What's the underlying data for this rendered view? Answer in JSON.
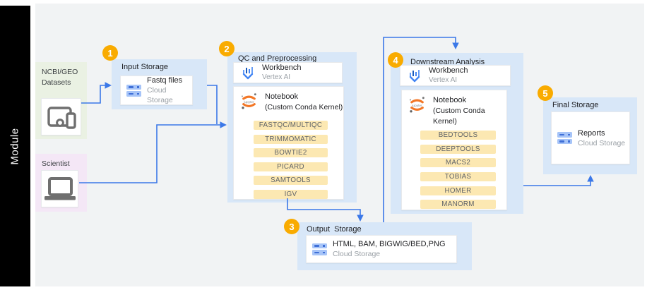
{
  "module": {
    "label": "Module"
  },
  "sources": {
    "ncbi": {
      "label": "NCBI/GEO Datasets",
      "icon": "devices-icon"
    },
    "scientist": {
      "label": "Scientist",
      "icon": "laptop-icon"
    }
  },
  "steps": {
    "input_storage": {
      "number": "1",
      "title": "Input Storage",
      "item": {
        "title": "Fastq files",
        "subtitle": "Cloud Storage",
        "icon": "cloud-storage-icon"
      }
    },
    "qc": {
      "number": "2",
      "title": "QC and Preprocessing",
      "workbench": {
        "title": "Workbench",
        "subtitle": "Vertex AI",
        "icon": "vertex-ai-workbench-icon"
      },
      "notebook": {
        "title": "Notebook",
        "subtitle": "(Custom Conda Kernel)",
        "icon": "jupyter-icon",
        "logo_text": "jupyter",
        "tools": [
          "FASTQC/MULTIQC",
          "TRIMMOMATIC",
          "BOWTIE2",
          "PICARD",
          "SAMTOOLS",
          "IGV"
        ]
      }
    },
    "output_storage": {
      "number": "3",
      "title": "Output  Storage",
      "item": {
        "title": "HTML, BAM, BIGWIG/BED,PNG",
        "subtitle": "Cloud Storage",
        "icon": "cloud-storage-icon"
      }
    },
    "downstream": {
      "number": "4",
      "title": "Downstream Analysis",
      "workbench": {
        "title": "Workbench",
        "subtitle": "Vertex AI",
        "icon": "vertex-ai-workbench-icon"
      },
      "notebook": {
        "title": "Notebook",
        "subtitle": "(Custom Conda Kernel)",
        "icon": "jupyter-icon",
        "logo_text": "jupyter",
        "tools": [
          "BEDTOOLS",
          "DEEPTOOLS",
          "MACS2",
          "TOBIAS",
          "HOMER",
          "MANORM"
        ]
      }
    },
    "final_storage": {
      "number": "5",
      "title": "Final Storage",
      "item": {
        "title": "Reports",
        "subtitle": "Cloud Storage",
        "icon": "cloud-storage-icon"
      }
    }
  },
  "colors": {
    "arrow_blue": "#3b78e8",
    "badge_yellow": "#f9ab00",
    "zone_blue": "#d8e7f8",
    "zone_green": "#eaf1e3",
    "zone_pink": "#f4e7f6",
    "pill_yellow": "#fce8b2",
    "jupyter_orange": "#f37726",
    "icon_blue": "#4285f4"
  }
}
